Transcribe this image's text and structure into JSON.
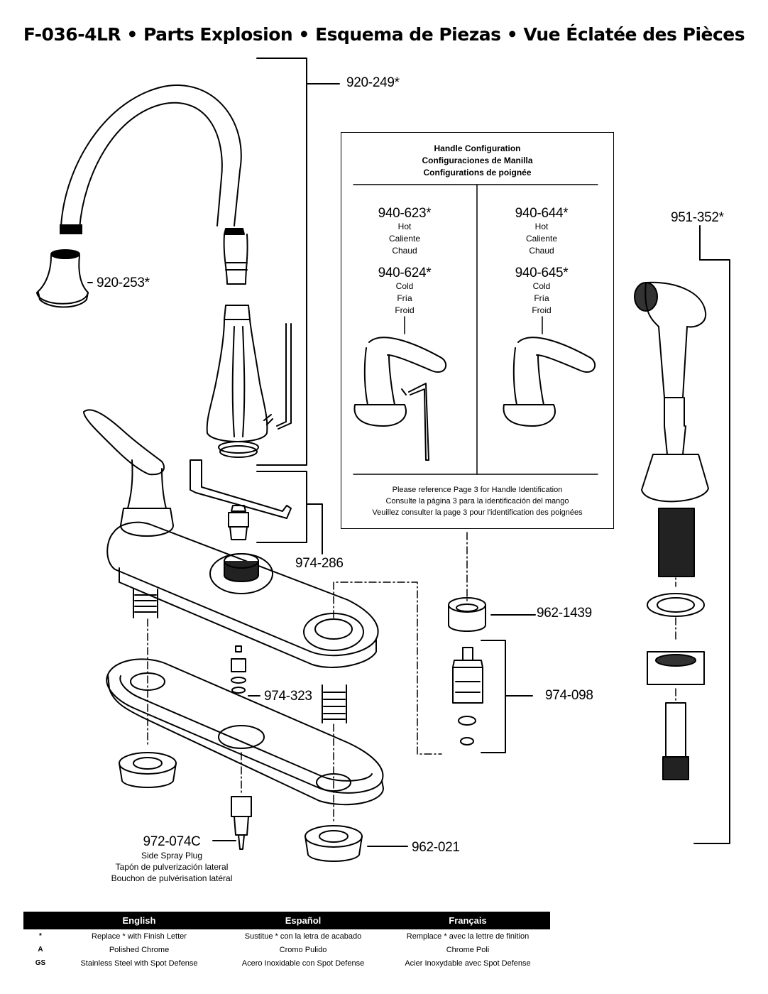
{
  "title": "F-036-4LR • Parts Explosion • Esquema de Piezas • Vue Éclatée des Pièces",
  "parts": {
    "spout": "920-249*",
    "aerator": "920-253*",
    "sprayer": "951-352*",
    "handle_stem": "974-286",
    "bonnet": "962-1439",
    "clip_oring": "974-323",
    "cartridge": "974-098",
    "mount_nut": "962-021",
    "plug_number": "972-074C",
    "plug_en": "Side Spray Plug",
    "plug_es": "Tapón de pulverización lateral",
    "plug_fr": "Bouchon de pulvérisation latéral"
  },
  "handle_config": {
    "heading_en": "Handle Configuration",
    "heading_es": "Configuraciones de Manilla",
    "heading_fr": "Configurations de poignée",
    "left": {
      "hot_number": "940-623*",
      "hot_en": "Hot",
      "hot_es": "Caliente",
      "hot_fr": "Chaud",
      "cold_number": "940-624*",
      "cold_en": "Cold",
      "cold_es": "Fría",
      "cold_fr": "Froid"
    },
    "right": {
      "hot_number": "940-644*",
      "hot_en": "Hot",
      "hot_es": "Caliente",
      "hot_fr": "Chaud",
      "cold_number": "940-645*",
      "cold_en": "Cold",
      "cold_es": "Fría",
      "cold_fr": "Froid"
    },
    "note_en": "Please reference Page 3 for Handle Identification",
    "note_es": "Consulte la página 3 para la identificación del mango",
    "note_fr": "Veuillez consulter la page 3 pour l'identification des poignées"
  },
  "legend": {
    "headers": [
      "English",
      "Español",
      "Français"
    ],
    "rows": [
      {
        "code": "*",
        "en": "Replace * with Finish Letter",
        "es": "Sustitue * con la letra de acabado",
        "fr": "Remplace * avec la lettre de finition"
      },
      {
        "code": "A",
        "en": "Polished Chrome",
        "es": "Cromo Pulido",
        "fr": "Chrome Poli"
      },
      {
        "code": "GS",
        "en": "Stainless Steel with Spot Defense",
        "es": "Acero Inoxidable con Spot Defense",
        "fr": "Acier Inoxydable avec Spot Defense"
      }
    ]
  }
}
